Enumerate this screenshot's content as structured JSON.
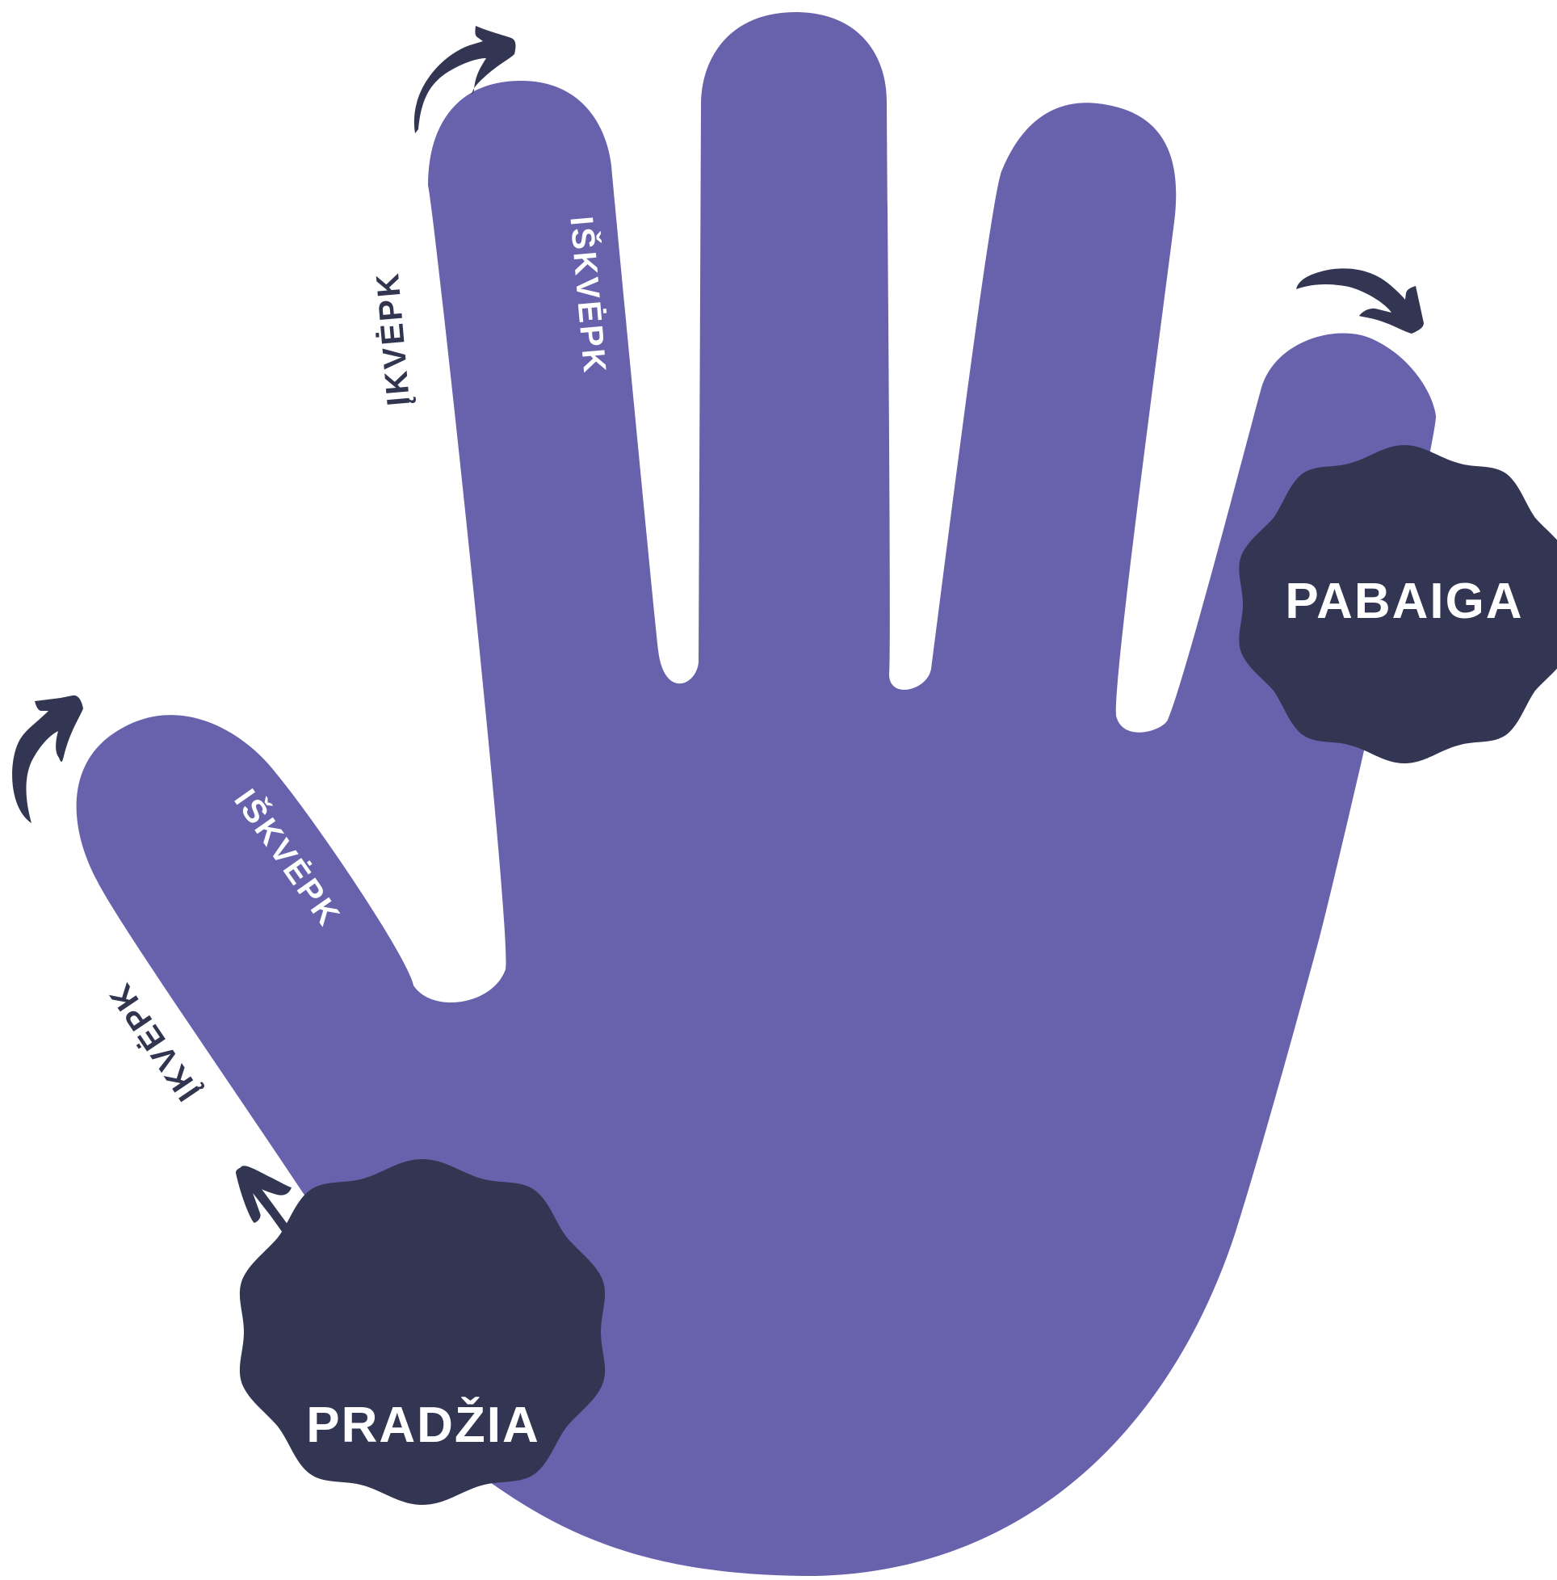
{
  "colors": {
    "hand": "#6862ad",
    "badge": "#333652",
    "arrow": "#333652",
    "badge_text": "#ffffff",
    "background": "#ffffff"
  },
  "start_badge": {
    "label": "PRADŽIA"
  },
  "end_badge": {
    "label": "PABAIGA"
  },
  "thumb": {
    "inner_label": "IŠKVĖPK",
    "outer_label": "ĮKVĖPK"
  },
  "index_finger": {
    "inner_label": "IŠKVĖPK",
    "outer_label": "ĮKVĖPK"
  },
  "icons": {
    "hand": "hand-icon",
    "arrow": "curved-arrow-icon",
    "badge": "wavy-badge-icon"
  }
}
